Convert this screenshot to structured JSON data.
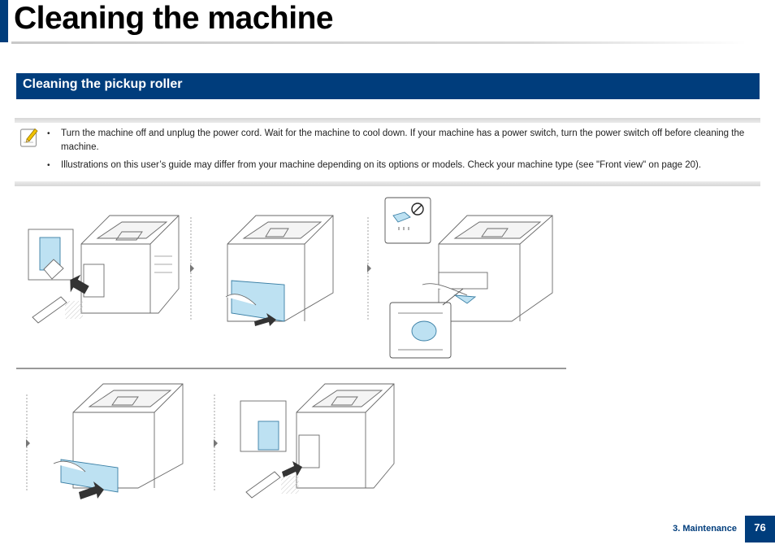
{
  "page": {
    "title": "Cleaning the machine",
    "section_title": "Cleaning the pickup roller"
  },
  "note": {
    "icon": "note-pencil-icon",
    "items": [
      "Turn the machine off and unplug the power cord. Wait for the machine to cool down. If your machine has a power switch, turn the power switch off before cleaning the machine.",
      "Illustrations on this user’s guide may differ from your machine depending on its options or models. Check your machine type (see \"Front view\" on page 20)."
    ]
  },
  "illustration": {
    "steps": [
      "unplug-power-cord",
      "pull-out-tray",
      "wipe-pickup-roller",
      "reinsert-tray",
      "plug-in-power-cord"
    ],
    "warning_icon": "no-water-icon"
  },
  "footer": {
    "chapter": "3. Maintenance",
    "page_number": "76"
  },
  "colors": {
    "brand": "#003d7c"
  }
}
